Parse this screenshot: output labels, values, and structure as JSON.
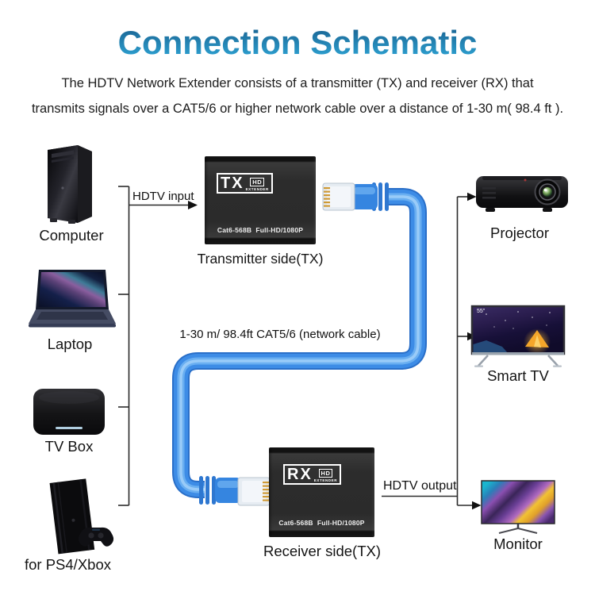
{
  "title": "Connection Schematic",
  "description": {
    "line1": "The HDTV Network Extender consists of a transmitter (TX) and receiver (RX) that",
    "line2": "transmits signals over a CAT5/6 or higher network cable over a distance of  1-30 m( 98.4 ft )."
  },
  "sources": [
    {
      "name": "computer",
      "label": "Computer"
    },
    {
      "name": "laptop",
      "label": "Laptop"
    },
    {
      "name": "tv-box",
      "label": "TV Box"
    },
    {
      "name": "game-console",
      "label": "for PS4/Xbox"
    }
  ],
  "displays": [
    {
      "name": "projector",
      "label": "Projector"
    },
    {
      "name": "smart-tv",
      "label": "Smart TV",
      "size_badge": "55\""
    },
    {
      "name": "monitor",
      "label": "Monitor"
    }
  ],
  "transmitter": {
    "badge": "TX",
    "hd": "HD",
    "sub": "EXTENDER",
    "spec": "Cat6-568B  Full-HD/1080P",
    "caption": "Transmitter side(TX)"
  },
  "receiver": {
    "badge": "RX",
    "hd": "HD",
    "sub": "EXTENDER",
    "spec": "Cat6-568B  Full-HD/1080P",
    "caption": "Receiver side(TX)"
  },
  "connections": {
    "input_label": "HDTV input",
    "output_label": "HDTV output",
    "cable_label": "1-30 m/ 98.4ft CAT5/6 (network cable)"
  },
  "colors": {
    "title_top": "#1a6493",
    "title_bottom": "#2fa7d7",
    "cable": "#3384e1",
    "cable_highlight": "#6fb2f2",
    "line": "#2b2b2b"
  }
}
